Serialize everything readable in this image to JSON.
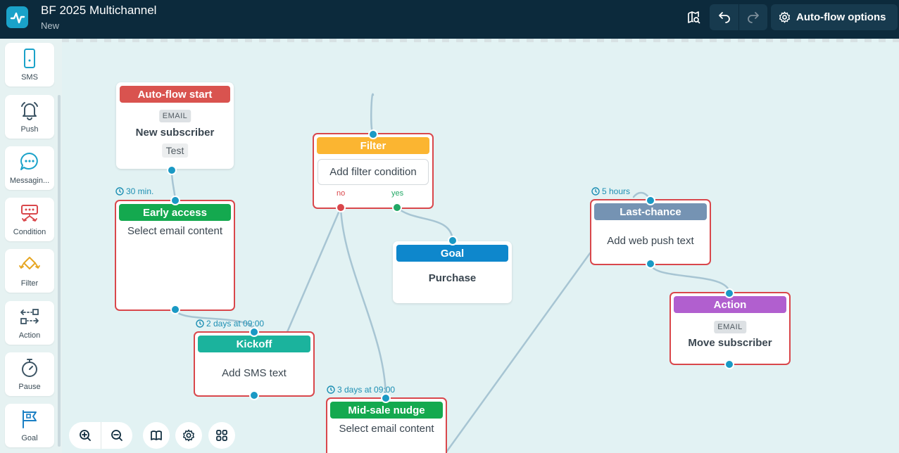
{
  "header": {
    "title": "BF 2025 Multichannel",
    "subtitle": "New",
    "options_label": "Auto-flow options",
    "icons": [
      "map-search-icon",
      "undo-icon",
      "redo-icon",
      "gear-icon"
    ]
  },
  "sidebar": {
    "items": [
      {
        "label": "SMS",
        "icon": "phone-icon"
      },
      {
        "label": "Push",
        "icon": "bell-icon"
      },
      {
        "label": "Messagin...",
        "icon": "chat-bubble-icon"
      },
      {
        "label": "Condition",
        "icon": "condition-icon"
      },
      {
        "label": "Filter",
        "icon": "filter-diamond-icon"
      },
      {
        "label": "Action",
        "icon": "action-icon"
      },
      {
        "label": "Pause",
        "icon": "stopwatch-icon"
      },
      {
        "label": "Goal",
        "icon": "flag-icon"
      }
    ]
  },
  "nodes": {
    "start": {
      "header": "Auto-flow start",
      "tag": "EMAIL",
      "title": "New subscriber",
      "chip": "Test"
    },
    "early_access": {
      "delay": "30 min.",
      "header": "Early access",
      "body": "Select email content"
    },
    "kickoff": {
      "delay": "2 days at 09:00",
      "header": "Kickoff",
      "body": "Add SMS text"
    },
    "filter": {
      "header": "Filter",
      "input": "Add filter condition",
      "no_label": "no",
      "yes_label": "yes"
    },
    "goal": {
      "header": "Goal",
      "title": "Purchase"
    },
    "mid_sale": {
      "delay": "3 days at 09:00",
      "header": "Mid-sale nudge",
      "body": "Select email content"
    },
    "last_chance": {
      "delay": "5 hours",
      "header": "Last-chance",
      "body": "Add web push text"
    },
    "action": {
      "header": "Action",
      "tag": "EMAIL",
      "title": "Move subscriber"
    }
  },
  "colors": {
    "header_bg": "#0c2a3c",
    "canvas_bg": "#e2f2f3",
    "start_header": "#d9534f",
    "email_header": "#14a94f",
    "sms_header": "#1bb39d",
    "filter_header": "#fbb531",
    "goal_header": "#0e87cc",
    "push_header": "#7593b3",
    "action_header": "#b15fcf",
    "selected_border": "#d9474b",
    "port": "#1a99c4"
  },
  "toolbar": {
    "icons": [
      "zoom-in-icon",
      "zoom-out-icon",
      "book-icon",
      "gear-icon",
      "grid-icon"
    ]
  }
}
